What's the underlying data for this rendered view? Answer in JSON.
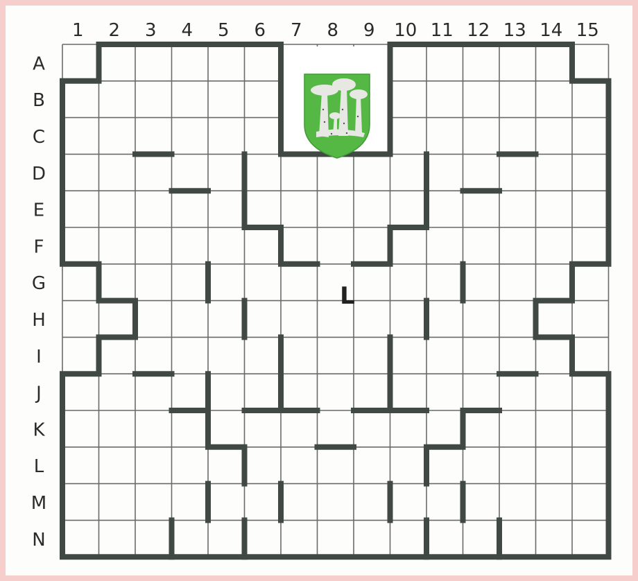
{
  "puzzle": {
    "columns": [
      "1",
      "2",
      "3",
      "4",
      "5",
      "6",
      "7",
      "8",
      "9",
      "10",
      "11",
      "12",
      "13",
      "14",
      "15"
    ],
    "rows": [
      "A",
      "B",
      "C",
      "D",
      "E",
      "F",
      "G",
      "H",
      "I",
      "J",
      "K",
      "L",
      "M",
      "N"
    ],
    "center_mark": "L",
    "emblem": "coat-of-arms-with-mushrooms",
    "colors": {
      "page_border": "#f6cfcd",
      "grid_line": "#6a6a6a",
      "wall": "#404944",
      "emblem_green": "#55b845",
      "mushroom": "#e7e7e4"
    }
  }
}
